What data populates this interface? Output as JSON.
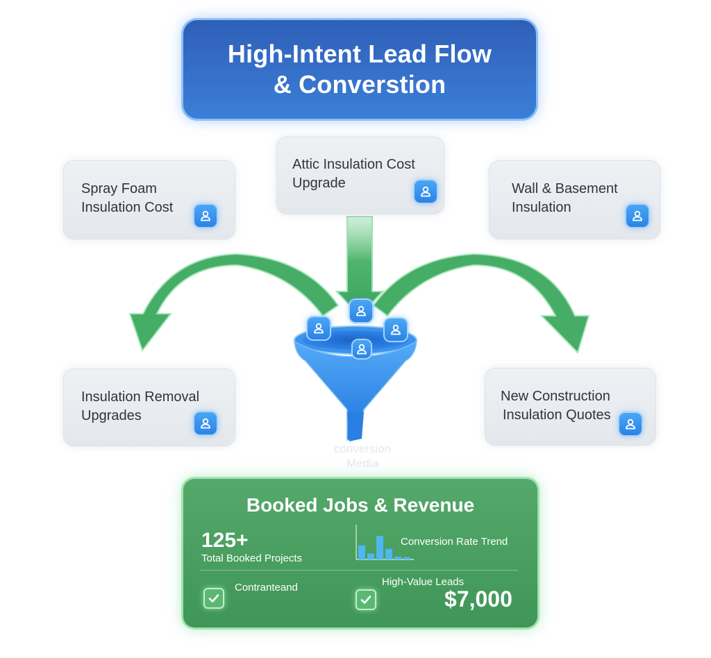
{
  "title": {
    "line1": "High-Intent Lead Flow",
    "line2": "& Converstion"
  },
  "sources": {
    "top_left": {
      "line1": "Spray Foam",
      "line2": "Insulation Cost"
    },
    "top_center": {
      "line1": "Attic Insulation Cost",
      "line2": "Upgrade"
    },
    "top_right": {
      "line1": "Wall & Basement",
      "line2": "Insulation"
    },
    "bottom_left": {
      "line1": "Insulation Removal",
      "line2": "Upgrades"
    },
    "bottom_right": {
      "line1": "New Construction",
      "line2": "Insulation Quotes"
    }
  },
  "funnel": {
    "faint_line1": "conversion",
    "faint_line2": "Media"
  },
  "results": {
    "title": "Booked Jobs & Revenue",
    "booked_count": "125+",
    "booked_label": "Total Booked Projects",
    "trend_label": "Conversion Rate Trend",
    "check1_label": "Contranteand",
    "high_value_label": "High-Value Leads",
    "revenue": "$7,000"
  },
  "trend_bars": [
    0.6,
    0.25,
    1.0,
    0.45,
    0.12,
    0.1
  ],
  "icons": {
    "lead": "user-icon",
    "done": "check-icon"
  },
  "colors": {
    "title_blue": "#2f5fb8",
    "arrow_green": "#3fa860",
    "funnel_blue": "#2f8ae8",
    "result_green": "#4a9f61",
    "trend_bar_blue": "#4fb6f2"
  }
}
